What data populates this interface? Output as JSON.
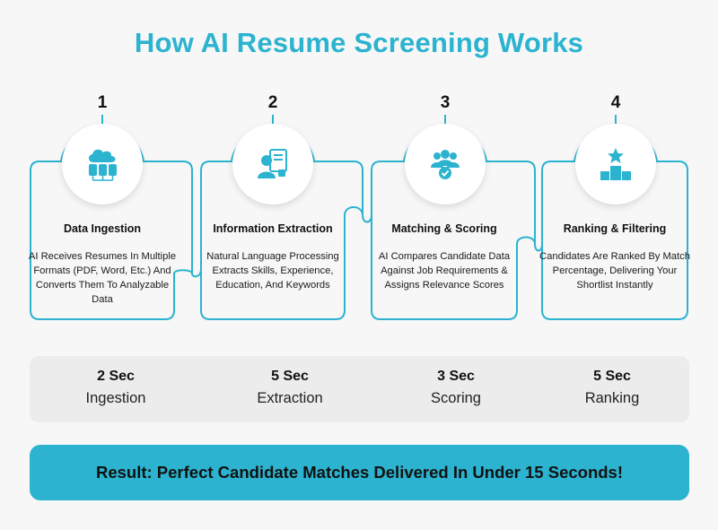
{
  "title": "How AI Resume Screening Works",
  "accent_color": "#2bb3cf",
  "steps": [
    {
      "number": "1",
      "title": "Data Ingestion",
      "description": "AI Receives Resumes In Multiple Formats (PDF, Word, Etc.) And Converts Them To Analyzable Data",
      "icon": "cloud-database-icon"
    },
    {
      "number": "2",
      "title": "Information Extraction",
      "description": "Natural Language Processing Extracts Skills, Experience, Education, And Keywords",
      "icon": "resume-profile-icon"
    },
    {
      "number": "3",
      "title": "Matching & Scoring",
      "description": "AI Compares Candidate Data Against Job Requirements & Assigns Relevance Scores",
      "icon": "team-check-icon"
    },
    {
      "number": "4",
      "title": "Ranking & Filtering",
      "description": "Candidates Are Ranked By Match Percentage, Delivering Your Shortlist Instantly",
      "icon": "podium-star-icon"
    }
  ],
  "stats": [
    {
      "value": "2 Sec",
      "label": "Ingestion"
    },
    {
      "value": "5 Sec",
      "label": "Extraction"
    },
    {
      "value": "3 Sec",
      "label": "Scoring"
    },
    {
      "value": "5 Sec",
      "label": "Ranking"
    }
  ],
  "result": "Result: Perfect Candidate Matches Delivered In Under 15 Seconds!"
}
